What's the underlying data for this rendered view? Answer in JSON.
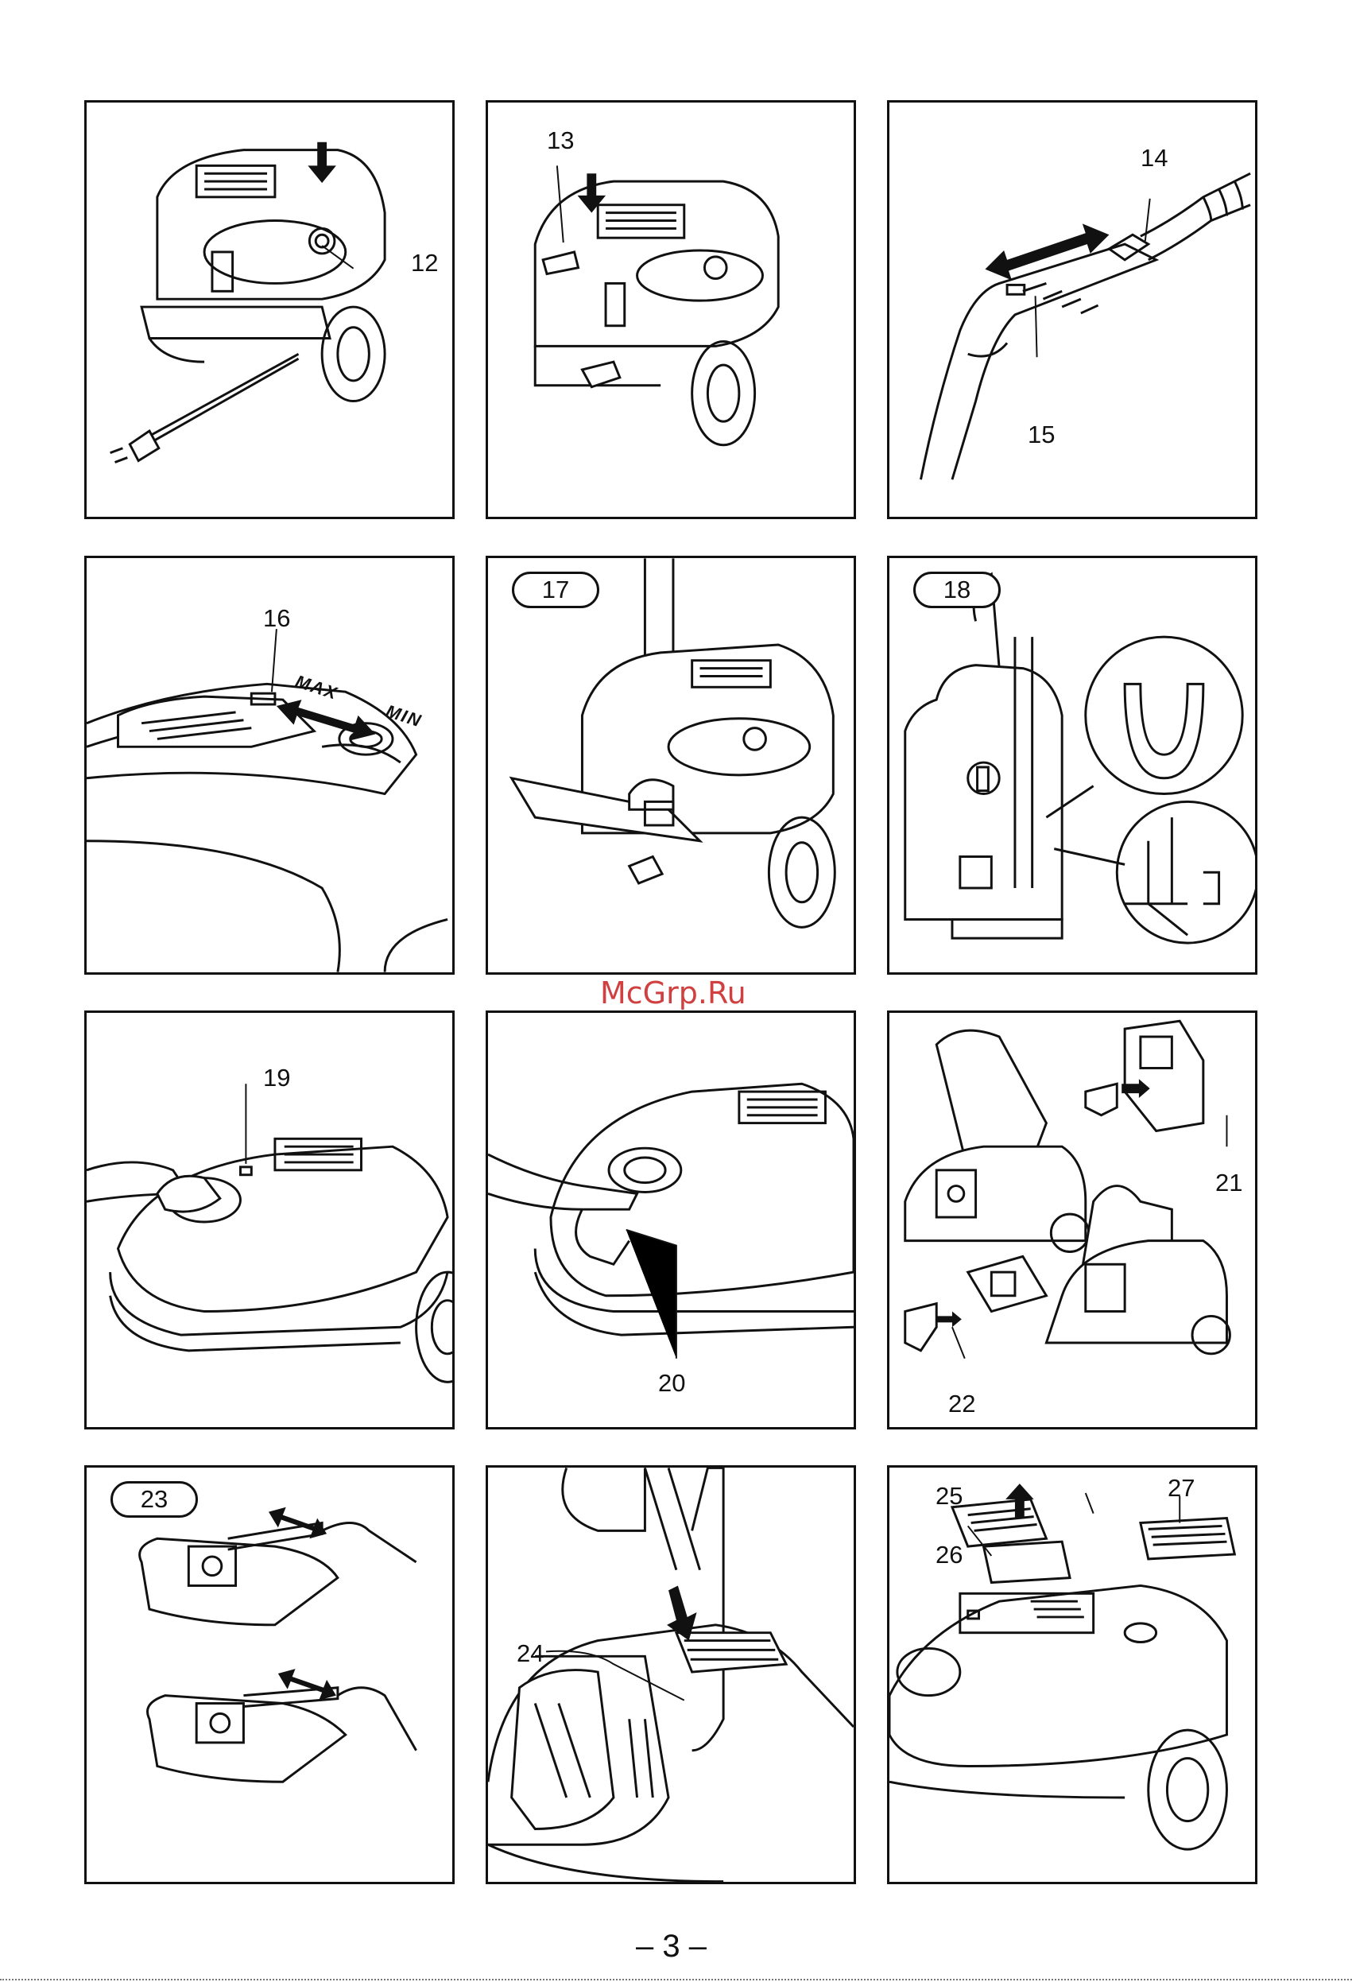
{
  "watermark": "McGrp.Ru",
  "page_number": "– 3 –",
  "panels": [
    {
      "id": "p1",
      "callouts": [
        "12"
      ]
    },
    {
      "id": "p2",
      "callouts": [
        "13"
      ]
    },
    {
      "id": "p3",
      "callouts": [
        "14",
        "15"
      ]
    },
    {
      "id": "p4",
      "callouts": [
        "16"
      ],
      "labels": {
        "max": "MAX",
        "min": "MIN"
      }
    },
    {
      "id": "p5",
      "badge": "17"
    },
    {
      "id": "p6",
      "badge": "18"
    },
    {
      "id": "p7",
      "callouts": [
        "19"
      ]
    },
    {
      "id": "p8",
      "callouts": [
        "20"
      ]
    },
    {
      "id": "p9",
      "callouts": [
        "21",
        "22"
      ]
    },
    {
      "id": "p10",
      "badge": "23"
    },
    {
      "id": "p11",
      "callouts": [
        "24"
      ]
    },
    {
      "id": "p12",
      "callouts": [
        "25",
        "26",
        "27"
      ]
    }
  ],
  "colors": {
    "ink": "#111111",
    "watermark": "#d04040"
  }
}
